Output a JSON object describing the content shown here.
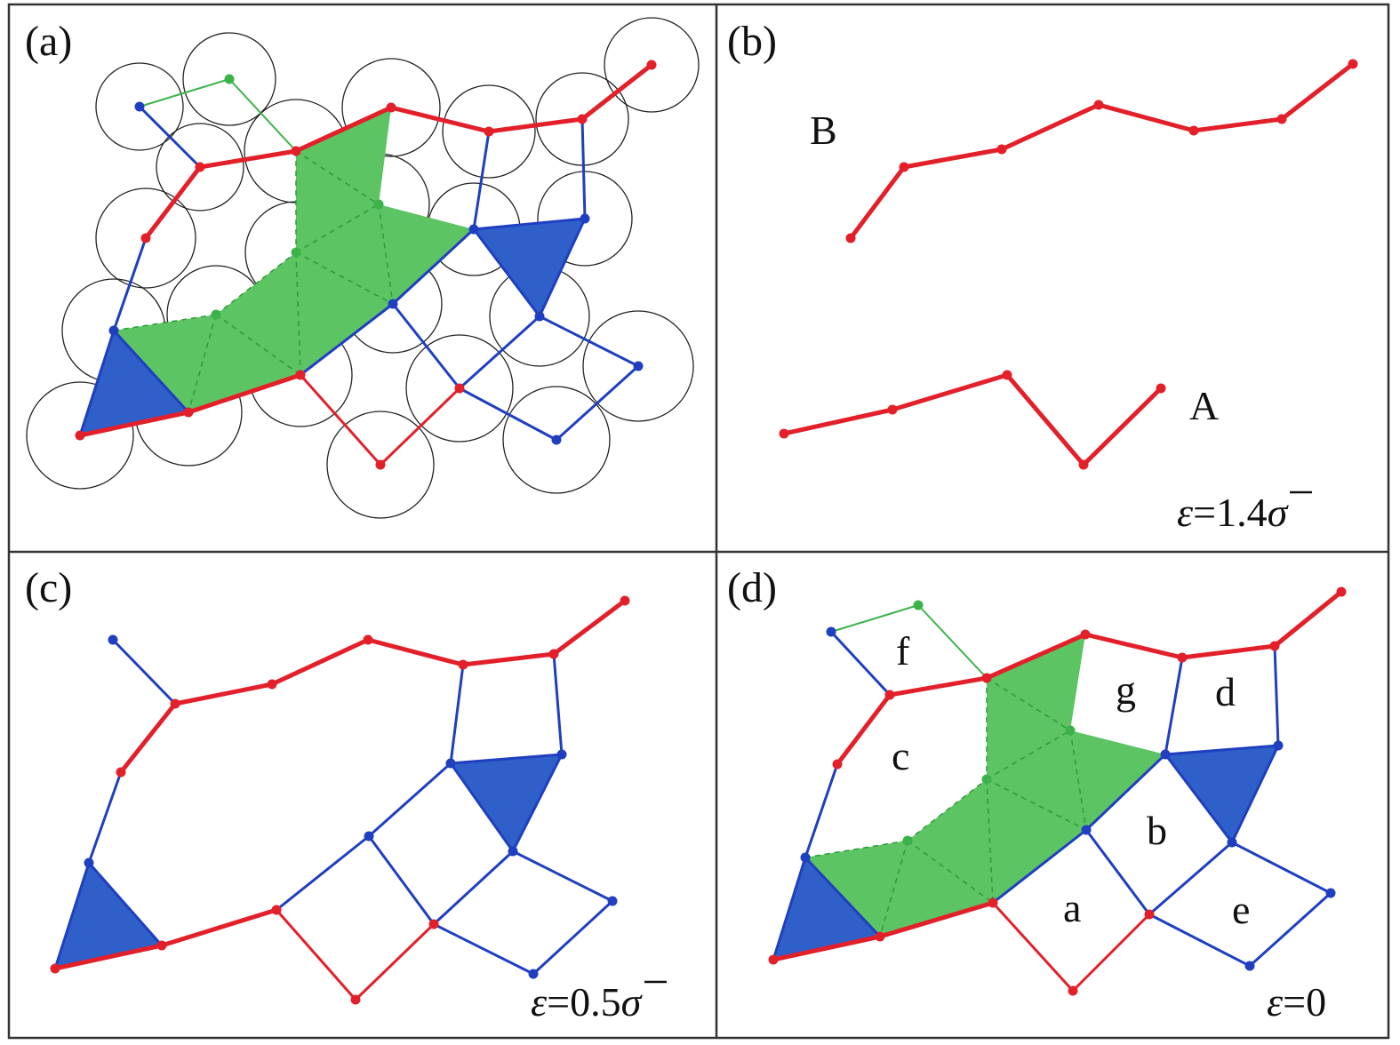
{
  "panels": {
    "a": {
      "label": "(a)"
    },
    "b": {
      "label": "(b)",
      "chain_b_label": "B",
      "chain_a_label": "A",
      "epsilon": {
        "symbol": "ε",
        "eq": "=1.4",
        "sigma": "σ"
      }
    },
    "c": {
      "label": "(c)",
      "epsilon": {
        "symbol": "ε",
        "eq": "=0.5",
        "sigma": "σ"
      }
    },
    "d": {
      "label": "(d)",
      "epsilon": {
        "symbol": "ε",
        "eq": "=0",
        "sigma": ""
      },
      "regions": [
        "f",
        "g",
        "d",
        "c",
        "b",
        "a",
        "e"
      ]
    }
  },
  "colors": {
    "red": "#e3202a",
    "blue": "#1f3fc0",
    "blue_fill": "#2f5fc8",
    "green": "#3cb34a",
    "green_fill": "#5cc463",
    "circle": "#222222",
    "frame": "#333333"
  }
}
